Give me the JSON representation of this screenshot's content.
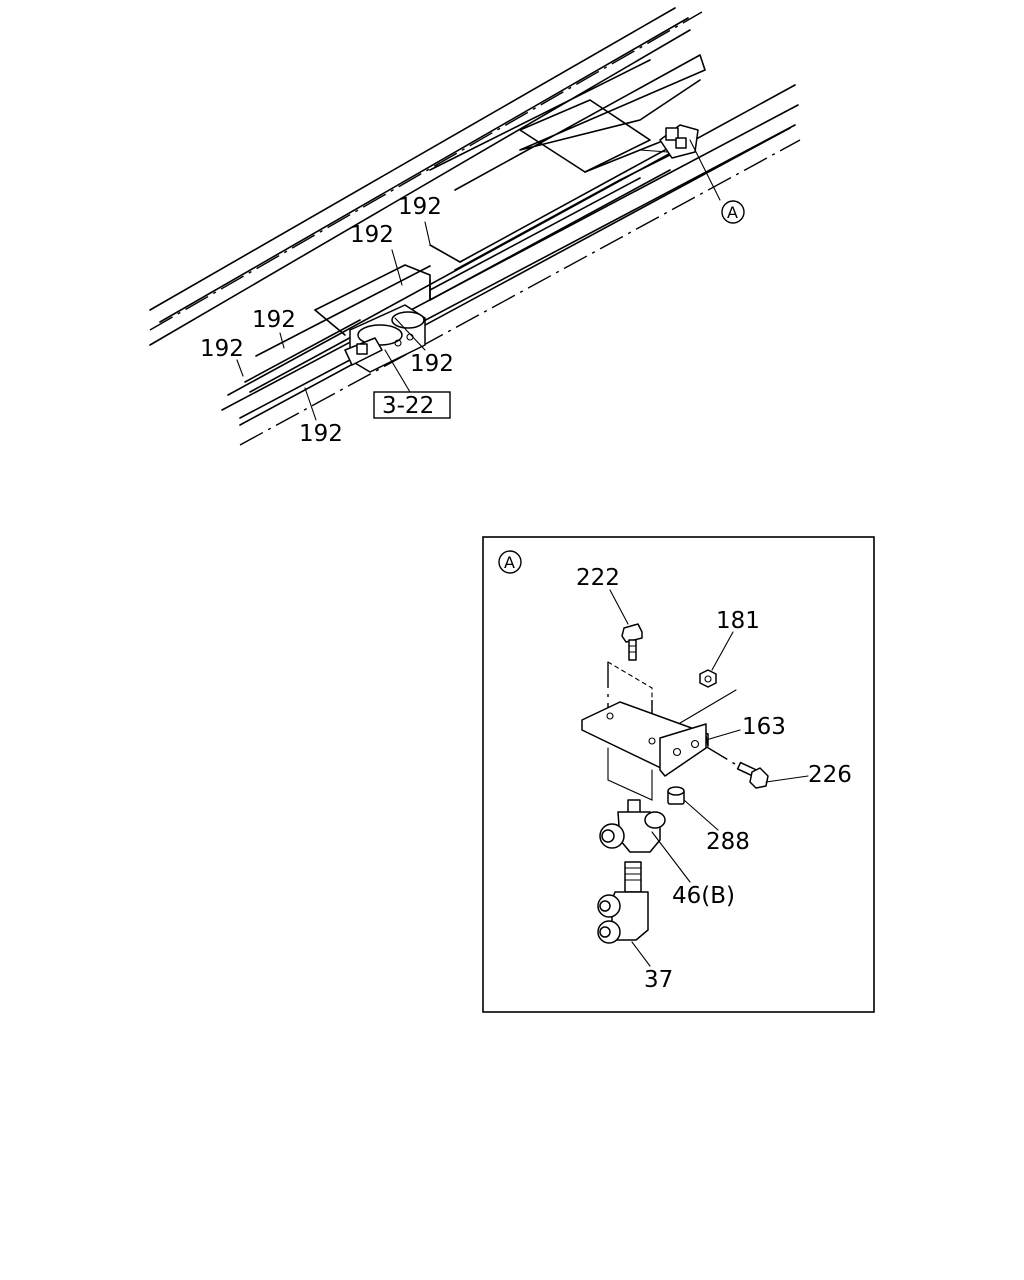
{
  "overview": {
    "callouts": [
      "192",
      "192",
      "192",
      "192",
      "192",
      "192"
    ],
    "ref_box": "3-22",
    "detail_marker": "A"
  },
  "detail": {
    "marker": "A",
    "labels": {
      "p222": "222",
      "p181": "181",
      "p163": "163",
      "p226": "226",
      "p288": "288",
      "p46": "46(B)",
      "p37": "37"
    }
  }
}
